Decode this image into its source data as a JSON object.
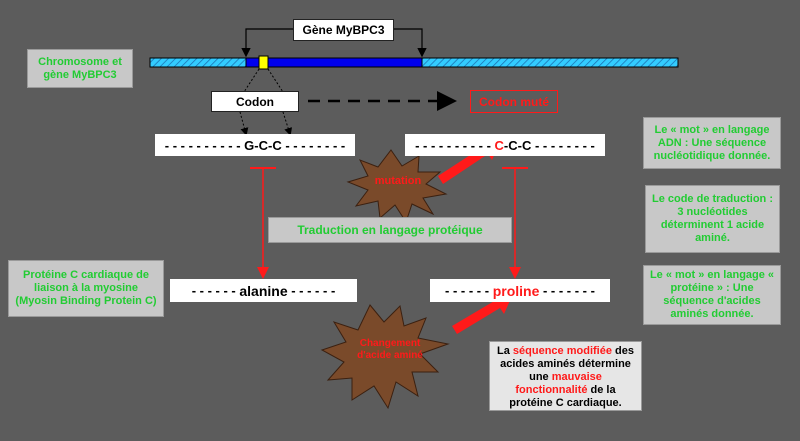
{
  "gene_label": "Gène MyBPC3",
  "chromosome_label": "Chromosome et gène MyBPC3",
  "codon_label": "Codon",
  "mutated_codon_label": "Codon muté",
  "seq_original": {
    "dashes_left": "- - - - - - - - - - ",
    "codon": "G-C-C",
    "dashes_right": " - - - - - - - -"
  },
  "seq_mutated": {
    "dashes_left": "- - - - - - - - - - ",
    "mutated_letter": "C",
    "codon_rest": "-C-C",
    "dashes_right": " - - - - - - - -"
  },
  "mutation_label": "mutation",
  "translation_label": "Traduction en langage protéique",
  "aa_original": {
    "dashes_left": "- - - - - - ",
    "amino_acid": "alanine",
    "dashes_right": " - - - - - -"
  },
  "aa_mutated": {
    "dashes_left": "- - - - - - ",
    "amino_acid": "proline",
    "dashes_right": " - - - - - - -"
  },
  "amino_change_label": "Changement d'acide aminé",
  "protein_note": "Protéine C cardiaque de liaison à la myosine (Myosin Binding Protein C)",
  "notes": {
    "dna_word": "Le « mot » en langage ADN : Une séquence nucléotidique donnée.",
    "translation_code": "Le code de traduction : 3 nucléotides déterminent 1 acide aminé.",
    "protein_word": "Le « mot » en langage « protéine » : Une séquence d'acides aminés donnée."
  },
  "conclusion": {
    "part1": "La ",
    "highlight1": "séquence modifiée",
    "part2": " des acides aminés détermine une ",
    "highlight2": "mauvaise fonctionnalité",
    "part3": " de la protéine C cardiaque."
  },
  "colors": {
    "background": "#5c5c5c",
    "chromosome_blue": "#0000ee",
    "chromosome_light": "#33ccff",
    "marker_yellow": "#ffff00",
    "accent_red": "#ff1a1a",
    "note_green": "#22cc33",
    "star_brown": "#7a4a2a"
  }
}
